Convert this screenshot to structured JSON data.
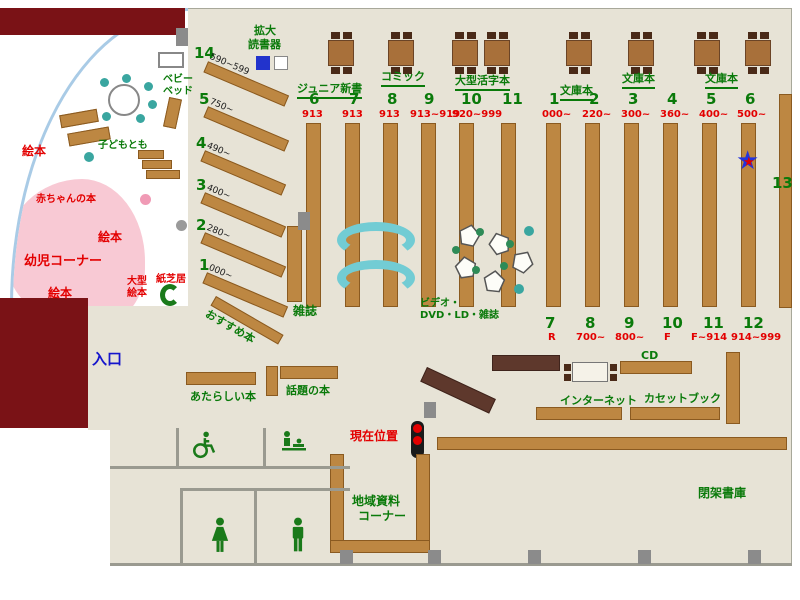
{
  "colors": {
    "floor": "#e7e3d6",
    "outer_wall": "#7a1216",
    "shelf_brown": "#bd8742",
    "label_green": "#0a7a0a",
    "label_red": "#e30000",
    "entrance_blue": "#1515cc",
    "toddler_pink": "#f8c9d4",
    "magazine_rack_cyan": "#72ccd4",
    "counter_dark_brown": "#5e382c",
    "glass_wall_blue": "#a9cbe6"
  },
  "icons": {
    "star": "★"
  },
  "labels": {
    "entrance": "入口",
    "current_location": "現在位置",
    "magnifier_line1": "拡大",
    "magnifier_line2": "読書器",
    "baby_bed_line1": "ベビー",
    "baby_bed_line2": "ベッド",
    "kodomo": "子どもとも",
    "baby_books": "赤ちゃんの本",
    "toddler_corner": "幼児コーナー",
    "ehon_1": "絵本",
    "ehon_2": "絵本",
    "ehon_3": "絵本",
    "large_ehon_line1": "大型",
    "large_ehon_line2": "絵本",
    "kamishibai": "紙芝居",
    "recommended": "おすすめ本",
    "junior_shinsho": "ジュニア新書",
    "comic": "コミック",
    "large_print": "大型活字本",
    "bunko_1": "文庫本",
    "bunko_2": "文庫本",
    "bunko_3": "文庫本",
    "magazine": "雑誌",
    "video_line1": "ビデオ・",
    "video_line2": "DVD・LD・雑誌",
    "new_books": "あたらしい本",
    "topic_books": "話題の本",
    "cd": "CD",
    "internet": "インターネット",
    "cassette_book": "カセットブック",
    "local_line1": "地域資料",
    "local_line2": "コーナー",
    "closed_stacks": "閉架書庫",
    "shelf13": "13"
  },
  "diagonal_shelves": [
    {
      "num": "14",
      "range": "590~599"
    },
    {
      "num": "5",
      "range": "750~"
    },
    {
      "num": "4",
      "range": "490~"
    },
    {
      "num": "3",
      "range": "400~"
    },
    {
      "num": "2",
      "range": "280~"
    },
    {
      "num": "1",
      "range": "000~"
    }
  ],
  "center_block": {
    "numbers": [
      "6",
      "7",
      "8",
      "9",
      "10",
      "11"
    ],
    "classes": [
      "913",
      "913",
      "913",
      "913~919",
      "920~999"
    ]
  },
  "right_block": {
    "top_numbers": [
      "1",
      "2",
      "3",
      "4",
      "5",
      "6"
    ],
    "top_classes": [
      "000~",
      "220~",
      "300~",
      "360~",
      "400~",
      "500~"
    ],
    "bottom_numbers": [
      "7",
      "8",
      "9",
      "10",
      "11",
      "12"
    ],
    "bottom_classes": [
      "R",
      "700~",
      "800~",
      "F",
      "F~914",
      "914~999"
    ]
  }
}
